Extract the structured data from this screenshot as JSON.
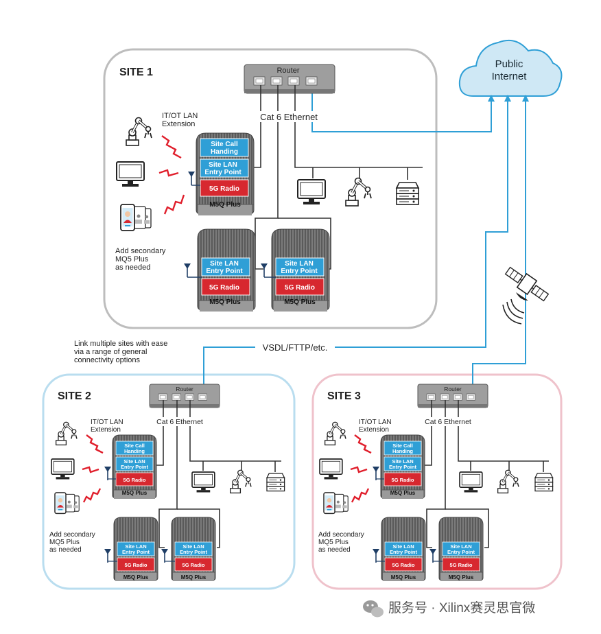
{
  "cloud": {
    "label_line1": "Public",
    "label_line2": "Internet"
  },
  "link_label": "VSDL/FTTP/etc.",
  "link_note": {
    "line1": "Link multiple sites with ease",
    "line2": "via a range of general",
    "line3": "connectivity options"
  },
  "labels": {
    "router": "Router",
    "ethernet": "Cat 6 Ethernet",
    "lan_extension_line1": "IT/OT LAN",
    "lan_extension_line2": "Extension",
    "add_secondary_line1": "Add secondary",
    "add_secondary_line2": "MQ5 Plus",
    "add_secondary_line3": "as needed",
    "site_call_line1": "Site Call",
    "site_call_line2": "Handing",
    "site_lan_line1": "Site LAN",
    "site_lan_line2": "Entry Point",
    "radio": "5G Radio",
    "device_name": "M5Q Plus"
  },
  "sites": [
    {
      "title": "SITE 1",
      "border_color": "#bdbdbd"
    },
    {
      "title": "SITE 2",
      "border_color": "#b9ddef"
    },
    {
      "title": "SITE 3",
      "border_color": "#efc2cb"
    }
  ],
  "colors": {
    "module_blue": "#2f9fd6",
    "module_red": "#d7282f",
    "cloud_fill": "#cfe8f5",
    "signal_red": "#e01e2b"
  },
  "icons": [
    "robot-arm-icon",
    "monitor-icon",
    "phone-icon",
    "server-icon",
    "satellite-icon",
    "antenna-icon"
  ],
  "watermark": "服务号 · Xilinx赛灵思官微"
}
